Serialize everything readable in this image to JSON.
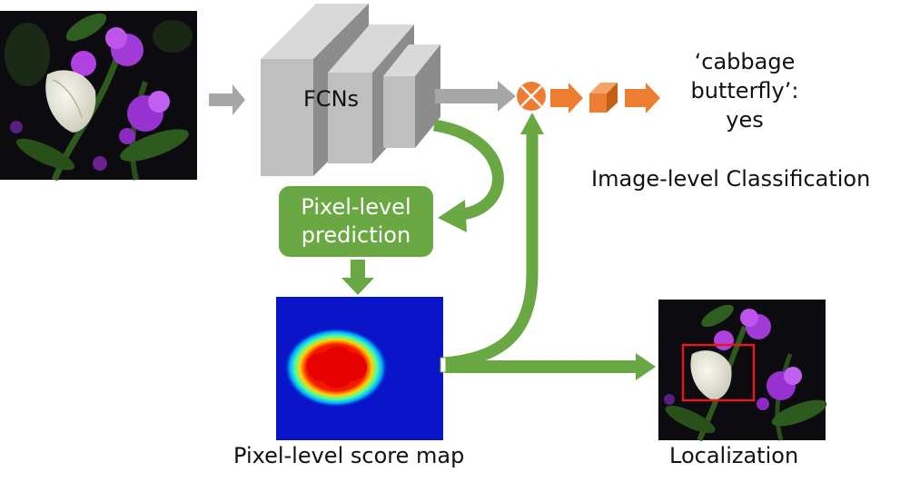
{
  "network": {
    "label": "FCNs"
  },
  "pixel_prediction": {
    "line1": "Pixel-level",
    "line2": "prediction"
  },
  "classification": {
    "result_line1": "‘cabbage",
    "result_line2": "butterfly’:",
    "result_line3": "yes",
    "caption": "Image-level Classification"
  },
  "score_map": {
    "caption": "Pixel-level score map"
  },
  "localization": {
    "caption": "Localization"
  },
  "colors": {
    "gray_arrow": "#a6a6a6",
    "green_arrow": "#6aa844",
    "orange_arrow": "#ed7d31",
    "box_face": "#bfbfbf",
    "box_top": "#d9d9d9",
    "box_side": "#8c8c8c",
    "heatmap_background": "#0a14c8",
    "bounding_box": "#e31a1c"
  },
  "icons": [
    "multiply-operator-icon",
    "fc-block-icon",
    "butterfly-photo",
    "score-heatmap"
  ]
}
